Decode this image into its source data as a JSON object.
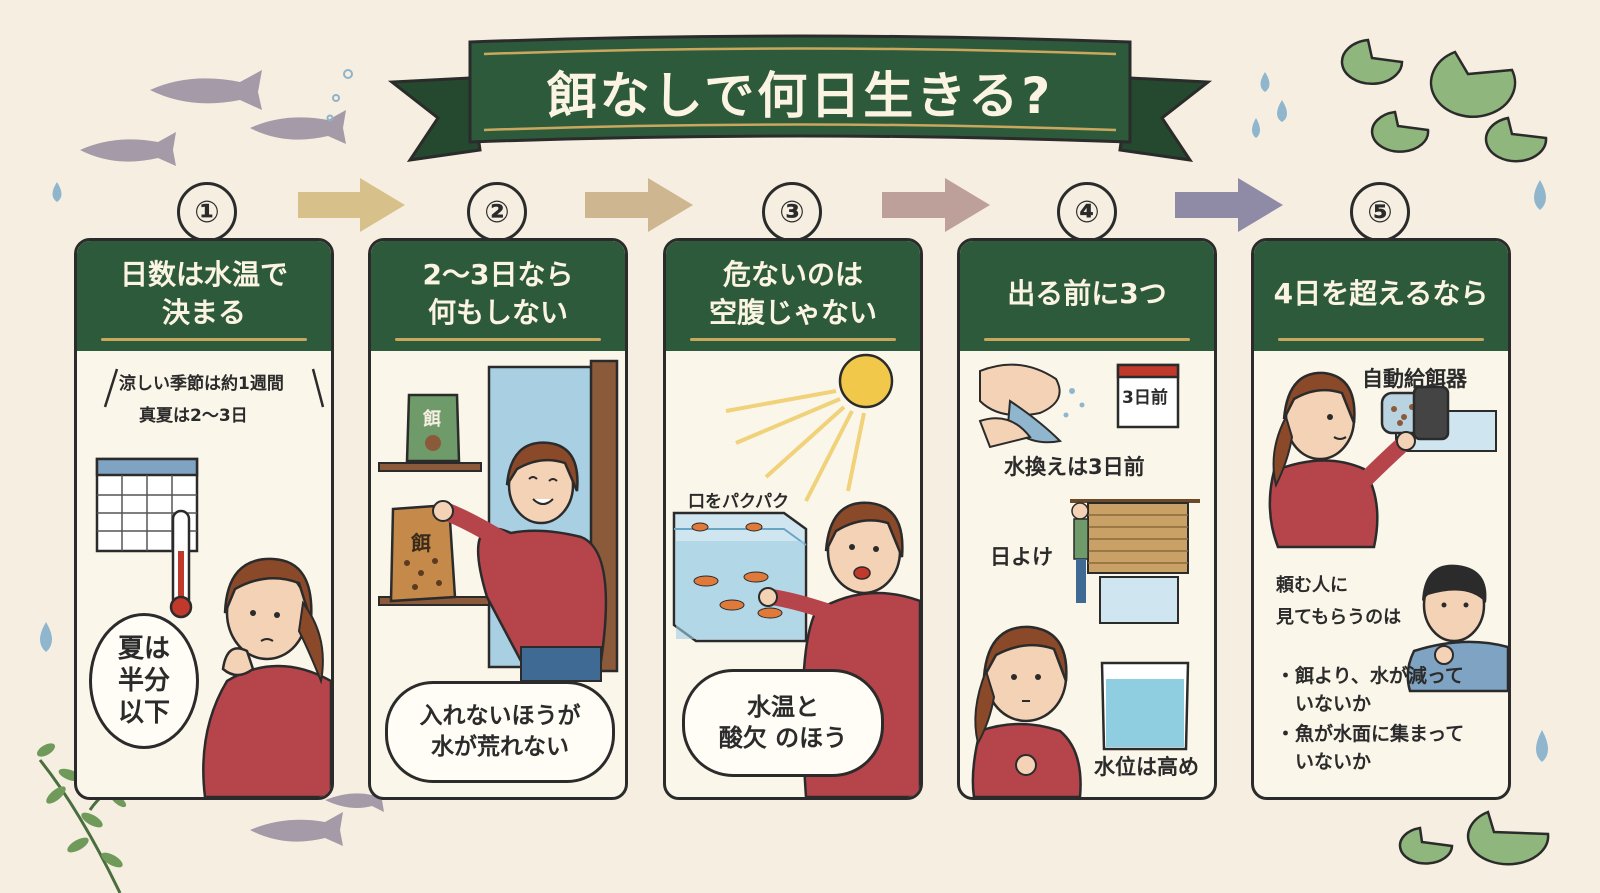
{
  "title": "餌なしで何日生きる?",
  "steps": [
    {
      "number": "①",
      "heading": [
        "日数は水温で",
        "決まる"
      ],
      "notes": [
        "涼しい季節は約1週間",
        "真夏は2〜3日"
      ],
      "bubble": [
        "夏は",
        "半分",
        "以下"
      ]
    },
    {
      "number": "②",
      "heading": [
        "2〜3日なら",
        "何もしない"
      ],
      "food_label": "餌",
      "bubble": [
        "入れないほうが",
        "水が荒れない"
      ]
    },
    {
      "number": "③",
      "heading": [
        "危ないのは",
        "空腹じゃない"
      ],
      "notes": [
        "口をパクパク"
      ],
      "bubble": [
        "水温と",
        "酸欠 のほう"
      ]
    },
    {
      "number": "④",
      "heading": [
        "出る前に3つ"
      ],
      "calendar": "3日前",
      "items": [
        "水換えは3日前",
        "日よけ",
        "水位は高め"
      ]
    },
    {
      "number": "⑤",
      "heading": [
        "4日を超えるなら"
      ],
      "device": "自動給餌器",
      "helper": [
        "頼む人に",
        "見てもらうのは"
      ],
      "checks": [
        "・餌より、水が減って",
        "　いないか",
        "・魚が水面に集まって",
        "　いないか"
      ]
    }
  ],
  "colors": {
    "background": "#f6efe1",
    "banner": "#2e5a3c",
    "panel_head": "#2e5a3c",
    "accent": "#c9a85e",
    "sweater": "#b6444b",
    "hair": "#8a4a2a"
  }
}
